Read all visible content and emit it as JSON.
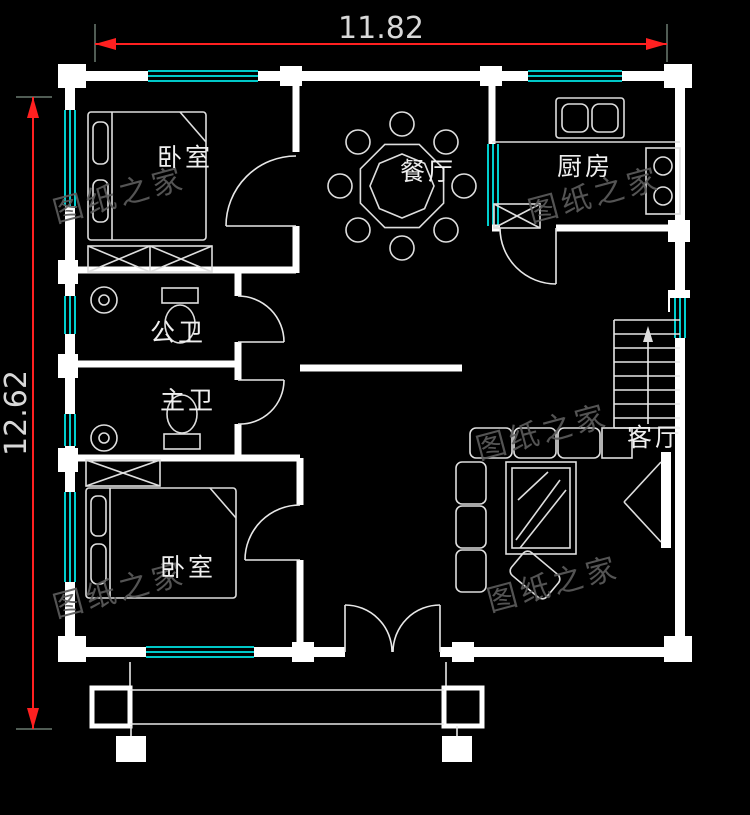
{
  "drawing": {
    "title": "two-bedroom floor plan (CAD)",
    "background": "#000000",
    "colors": {
      "wall": "#ffffff",
      "window": "#00e5e5",
      "dimension_line": "#ff2020",
      "dimension_text": "#d8d8d8",
      "watermark": "#5c5c5c",
      "room_label": "#efefef"
    },
    "dimensions": {
      "width": "11.82",
      "height": "12.62"
    },
    "rooms": {
      "bedroom_top": "卧室",
      "dining": "餐厅",
      "kitchen": "厨房",
      "public_bath": "公卫",
      "master_bath": "主卫",
      "bedroom_bottom": "卧室",
      "living": "客厅"
    },
    "watermark": {
      "text": "图纸之家"
    }
  }
}
